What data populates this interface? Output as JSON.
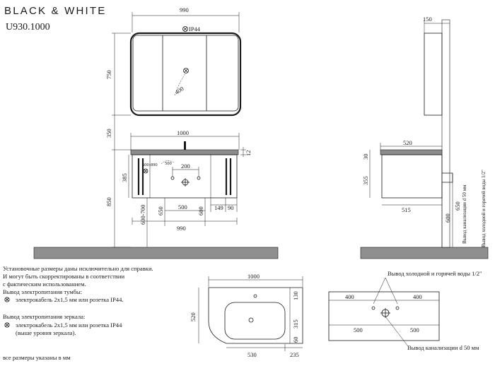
{
  "header": {
    "brand": "BLACK & WHITE",
    "model": "U930.1000"
  },
  "mirror": {
    "width_label": "990",
    "height_label": "750",
    "ip_label": "IP44",
    "radius_label": "400"
  },
  "cabinet": {
    "width_label": "1000",
    "top_label": "12",
    "gap_label": "350",
    "height_label": "850",
    "side_label": "385",
    "cable_range": "600-890",
    "ring_500": "500",
    "tap_spacing": "200",
    "range_600_700": "600-700",
    "d650": "650",
    "d500": "500",
    "d600": "600",
    "d149": "149",
    "d90": "90",
    "bottom_label": "990"
  },
  "side_view": {
    "depth_top": "150",
    "depth_520": "520",
    "d30": "30",
    "d355": "355",
    "d515": "515",
    "d600": "600",
    "d650": "650",
    "drain_note": "Вывод канализации d 50 мм",
    "water_note": "Вывод холодной и горячей воды 1/2\""
  },
  "basin": {
    "width_label": "1000",
    "depth_label": "520",
    "d130": "130",
    "d315": "315",
    "d60": "60",
    "d530": "530",
    "d235": "235"
  },
  "wall": {
    "water_note": "Вывод холодной и горячей воды 1/2\"",
    "d400_left": "400",
    "d400_right": "400",
    "d500_left": "500",
    "d500_right": "500",
    "drain_note": "Вывод канализации d 50 мм"
  },
  "notes": {
    "line1": "Установочные размеры даны исключительно для справки.",
    "line2": "И могут быть скорректированы в соответствии",
    "line3": "с фактическим использованием.",
    "line4": "Вывод электропитания тумбы:",
    "line5": "электрокабель 2х1,5 мм или розетка IP44.",
    "line6": "Вывод электропитания зеркала:",
    "line7": "электрокабель 2х1,5 мм или розетка IP44",
    "line8": "(выше уровня зеркала).",
    "footer": "все размеры указаны в мм"
  }
}
